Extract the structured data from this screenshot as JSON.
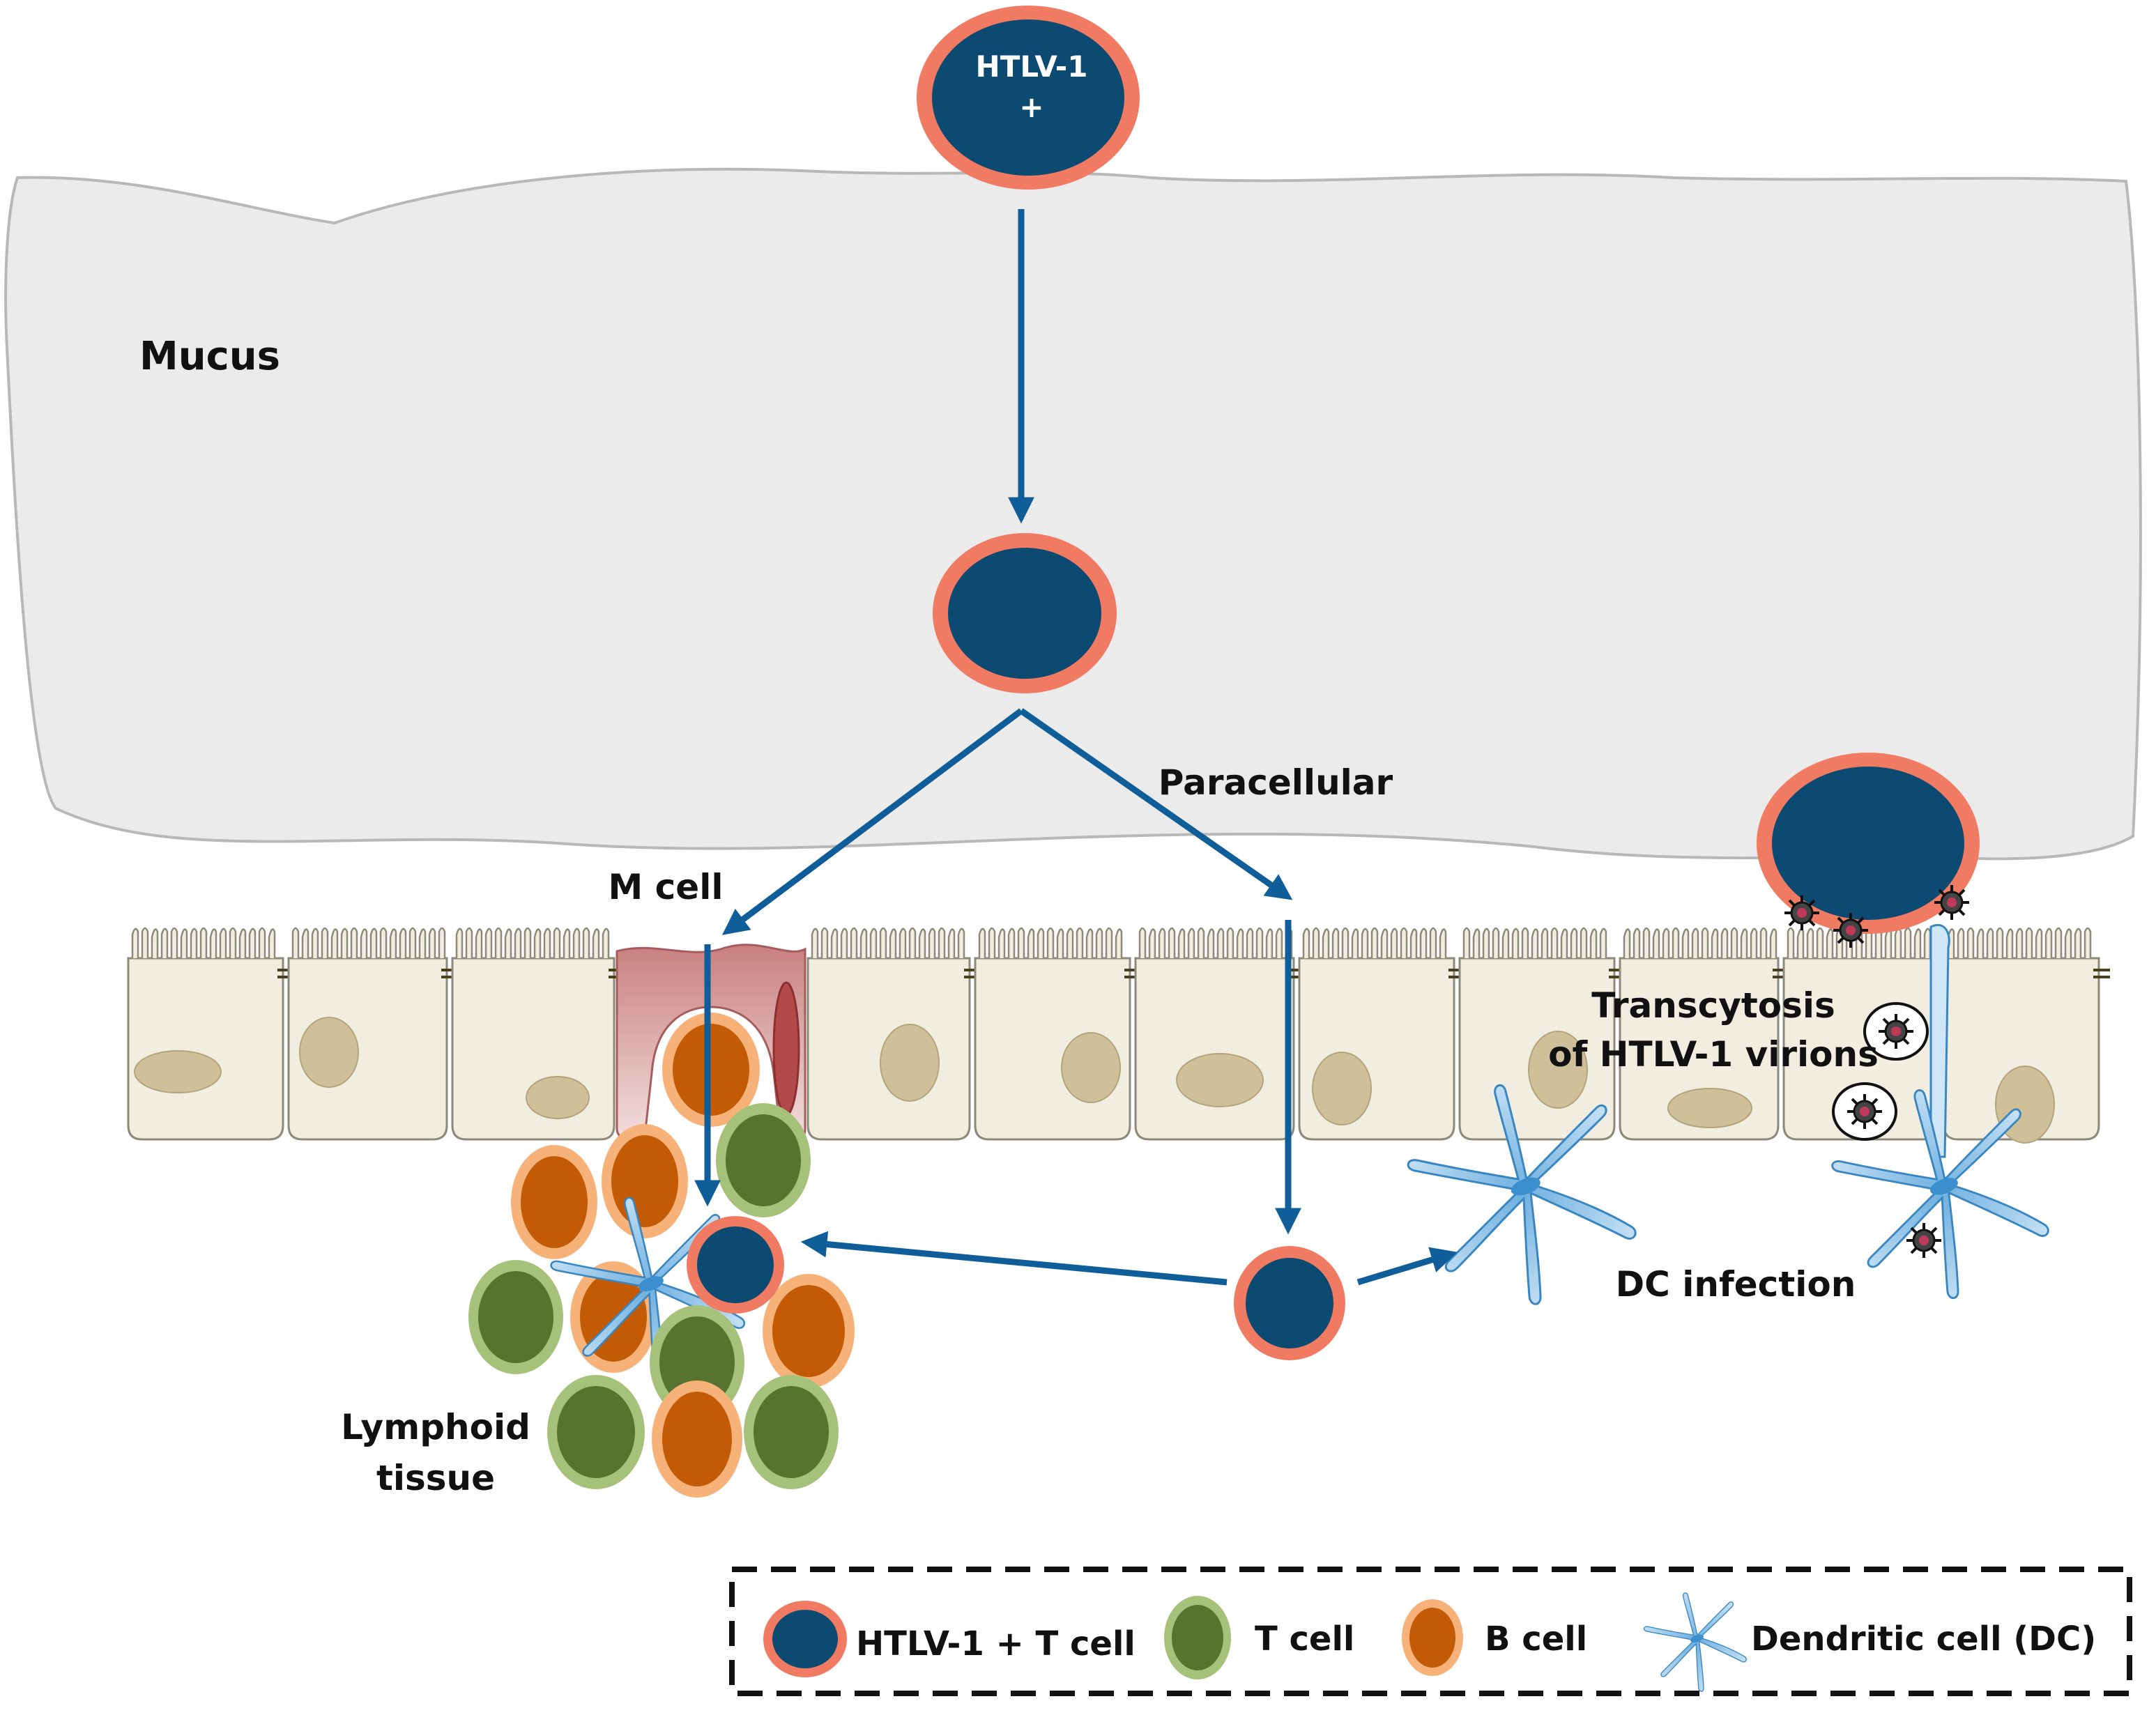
{
  "colors": {
    "mucus": "#ebebeb",
    "mucus_stroke": "#b8b8b8",
    "infected_core": "#0c4a72",
    "infected_ring": "#f07a62",
    "t_cell": "#57742f",
    "t_cell_ring": "#a6c27a",
    "b_cell": "#c25a06",
    "b_cell_ring": "#f7b27a",
    "dendritic": "#a9d2ee",
    "arrow": "#0f5e99",
    "epithelium": "#f1ede1",
    "nucleus": "#cfc09a",
    "m_cell": "#c97f7f"
  },
  "labels": {
    "source_cell_line1": "HTLV-1",
    "source_cell_line2": "+",
    "mucus": "Mucus",
    "paracellular": "Paracellular",
    "m_cell": "M cell",
    "transcytosis_line1": "Transcytosis",
    "transcytosis_line2": "of HTLV-1 virions",
    "dc_infection": "DC infection",
    "lymphoid_line1": "Lymphoid",
    "lymphoid_line2": "tissue"
  },
  "legend": {
    "items": [
      {
        "label": "HTLV-1 + T cell",
        "icon": "infected-t-cell-icon"
      },
      {
        "label": "T cell",
        "icon": "t-cell-icon"
      },
      {
        "label": "B cell",
        "icon": "b-cell-icon"
      },
      {
        "label": "Dendritic cell (DC)",
        "icon": "dendritic-cell-icon"
      }
    ]
  }
}
